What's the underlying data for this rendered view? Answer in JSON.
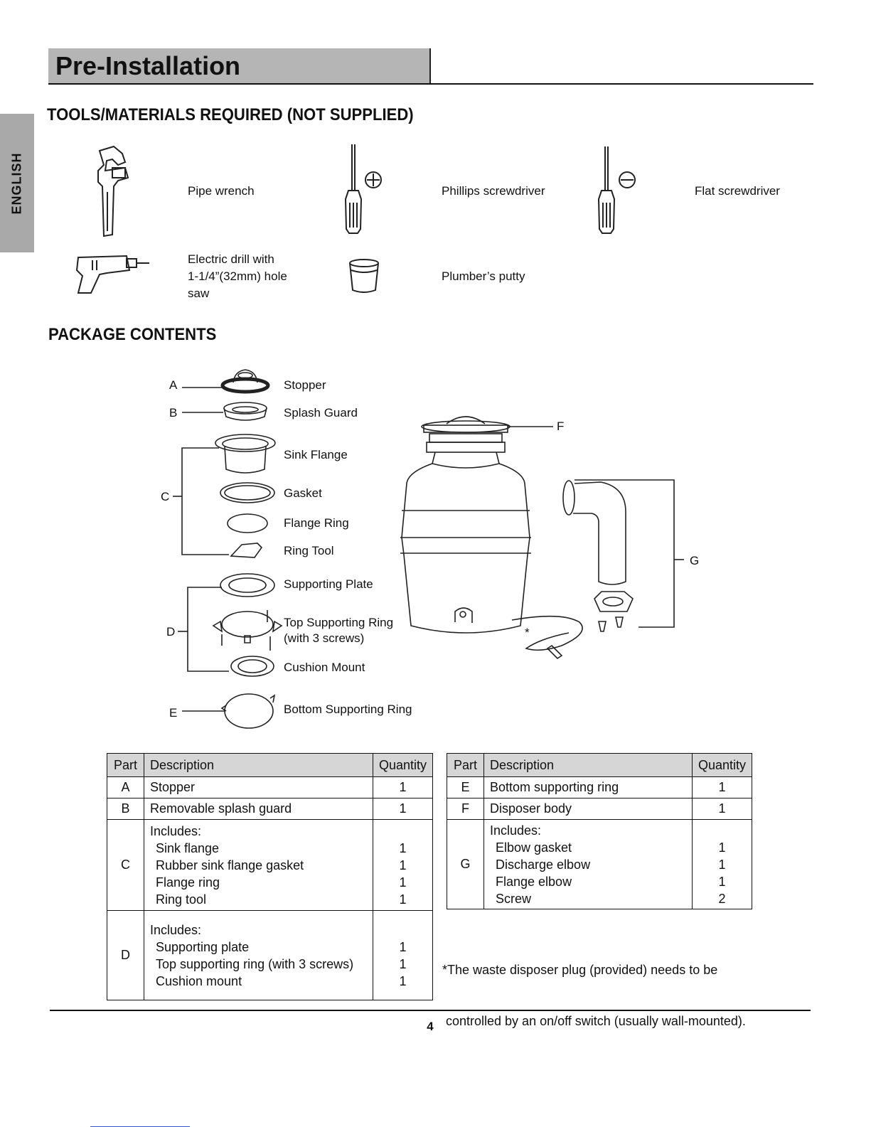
{
  "header": {
    "title": "Pre-Installation"
  },
  "side_tab": {
    "language": "ENGLISH"
  },
  "tools": {
    "heading": "TOOLS/MATERIALS REQUIRED (NOT SUPPLIED)",
    "items": [
      {
        "icon": "pipe-wrench-icon",
        "label": "Pipe wrench"
      },
      {
        "icon": "phillips-screwdriver-icon",
        "label": "Phillips screwdriver"
      },
      {
        "icon": "flat-screwdriver-icon",
        "label": "Flat screwdriver"
      },
      {
        "icon": "electric-drill-icon",
        "label_lines": [
          "Electric drill with",
          "1-1/4”(32mm) hole",
          "saw"
        ]
      },
      {
        "icon": "putty-cup-icon",
        "label": "Plumber’s putty"
      }
    ]
  },
  "package": {
    "heading": "PACKAGE CONTENTS",
    "letters": {
      "a": "A",
      "b": "B",
      "c": "C",
      "d": "D",
      "e": "E",
      "f": "F",
      "g": "G"
    },
    "labels": {
      "stopper": "Stopper",
      "splash_guard": "Splash Guard",
      "sink_flange": "Sink Flange",
      "gasket": "Gasket",
      "flange_ring": "Flange Ring",
      "ring_tool": "Ring Tool",
      "supporting_plate": "Supporting Plate",
      "top_supporting_ring": [
        "Top Supporting Ring",
        "(with 3 screws)"
      ],
      "cushion_mount": "Cushion Mount",
      "bottom_supporting_ring": "Bottom Supporting Ring"
    },
    "cord_marker": "*"
  },
  "table_left": {
    "headers": [
      "Part",
      "Description",
      "Quantity"
    ],
    "rows": [
      {
        "part": "A",
        "desc": [
          "Stopper"
        ],
        "qty": [
          "1"
        ]
      },
      {
        "part": "B",
        "desc": [
          "Removable splash guard"
        ],
        "qty": [
          "1"
        ]
      },
      {
        "part": "C",
        "desc": [
          "Includes:",
          "Sink flange",
          "Rubber sink flange gasket",
          "Flange ring",
          "Ring tool"
        ],
        "qty": [
          "",
          "1",
          "1",
          "1",
          "1"
        ]
      },
      {
        "part": "D",
        "desc": [
          "Includes:",
          "Supporting plate",
          "Top supporting ring (with 3 screws)",
          "Cushion mount"
        ],
        "qty": [
          "",
          "1",
          "1",
          "1"
        ]
      }
    ]
  },
  "table_right": {
    "headers": [
      "Part",
      "Description",
      "Quantity"
    ],
    "rows": [
      {
        "part": "E",
        "desc": [
          "Bottom supporting ring"
        ],
        "qty": [
          "1"
        ]
      },
      {
        "part": "F",
        "desc": [
          "Disposer body"
        ],
        "qty": [
          "1"
        ]
      },
      {
        "part": "G",
        "desc": [
          "Includes:",
          "Elbow gasket",
          "Discharge elbow",
          "Flange elbow",
          "Screw"
        ],
        "qty": [
          "",
          "1",
          "1",
          "1",
          "2"
        ]
      }
    ]
  },
  "note": [
    "*The waste disposer plug (provided) needs to be",
    " controlled by an on/off switch (usually wall-mounted)."
  ],
  "footer": {
    "page_number": "4"
  }
}
